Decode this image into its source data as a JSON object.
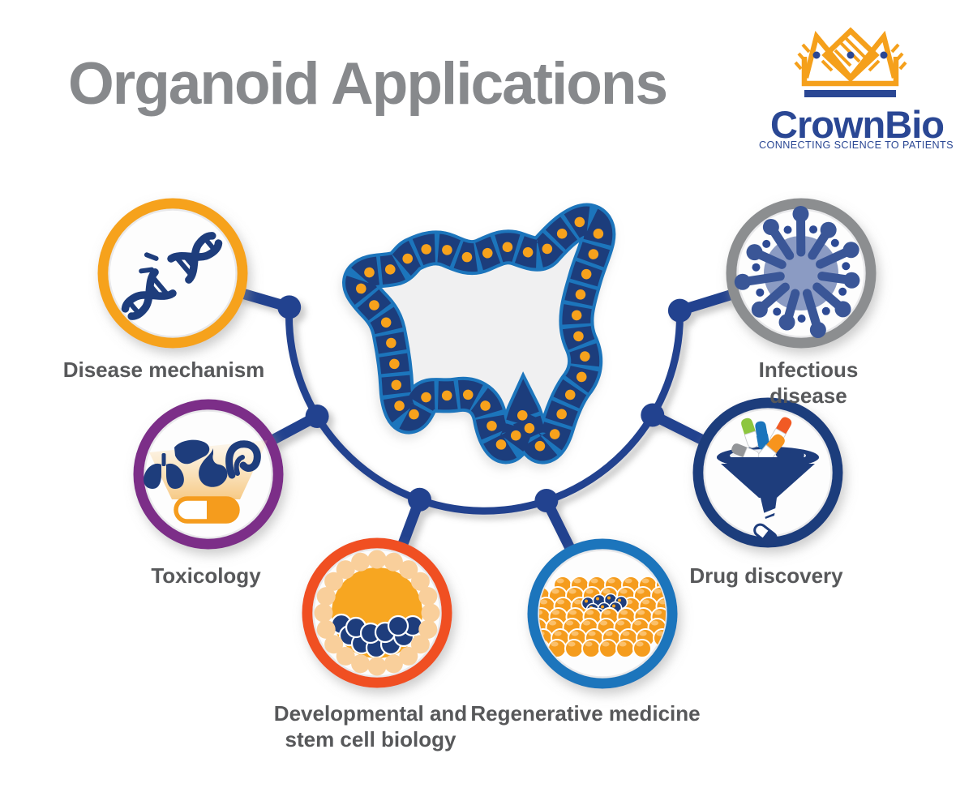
{
  "title": "Organoid Applications",
  "logo": {
    "name": "CrownBio",
    "tagline": "CONNECTING SCIENCE TO PATIENTS"
  },
  "colors": {
    "connector_navy": "#24438F",
    "ring_navy": "#1E3D7C",
    "light_blue": "#1B75BC",
    "orange": "#F6A21C",
    "red_orange": "#F04F23",
    "purple": "#7B2D88",
    "ring_gray": "#8C8E90",
    "title_gray": "#87898C",
    "label_gray": "#57585A",
    "nucleus_orange": "#F7A21F",
    "virus_body": "#8B9BC3",
    "virus_spike": "#3A5697",
    "blastocyst_peach": "#F9CF9B",
    "cell_orange": "#F59C1D"
  },
  "applications": [
    {
      "id": "disease-mechanism",
      "label": "Disease mechanism",
      "ring_color": "#F6A21C",
      "icon": "dna-broken-icon"
    },
    {
      "id": "infectious-disease",
      "label": "Infectious disease",
      "ring_color": "#8C8E90",
      "icon": "virus-icon"
    },
    {
      "id": "toxicology",
      "label": "Toxicology",
      "ring_color": "#7B2D88",
      "icon": "organs-capsule-icon"
    },
    {
      "id": "drug-discovery",
      "label": "Drug discovery",
      "ring_color": "#1E3D7C",
      "icon": "funnel-capsules-icon"
    },
    {
      "id": "developmental-stem-cell",
      "label": "Developmental and\nstem cell biology",
      "ring_color": "#F04F23",
      "icon": "blastocyst-icon"
    },
    {
      "id": "regenerative-medicine",
      "label": "Regenerative medicine",
      "ring_color": "#1B75BC",
      "icon": "cell-sheet-icon"
    }
  ],
  "center": {
    "name": "organoid-illustration"
  }
}
